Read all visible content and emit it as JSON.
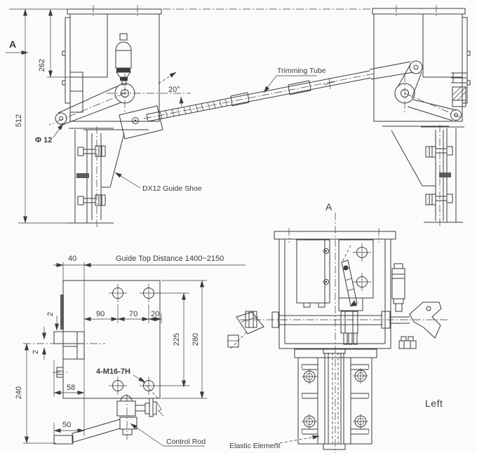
{
  "meta": {
    "background": "#fbfbf9",
    "ink": "#3b3b3b"
  },
  "side_view": {
    "section_label": "A",
    "dim_262": "262",
    "dim_512": "512",
    "dim_phi": "Φ 12",
    "dim_angle": "20°",
    "guide_shoe_label": "DX12 Guide Shoe",
    "trimming_tube_label": "Trimming Tube"
  },
  "plate_view": {
    "dim_40": "40",
    "guide_top_label": "Guide Top Distance 1400~2150",
    "dim_90": "90",
    "dim_70": "70",
    "dim_20": "20",
    "dim_2_upper": "2",
    "dim_2_lower": "2",
    "dim_240": "240",
    "dim_58": "58",
    "dim_50": "50",
    "dim_225": "225",
    "dim_280": "280",
    "thread_label": "4-M16-7H",
    "control_rod_label": "Control Rod"
  },
  "section_view": {
    "section_label": "A",
    "side_label": "Left",
    "elastic_label": "Elastic Element"
  }
}
